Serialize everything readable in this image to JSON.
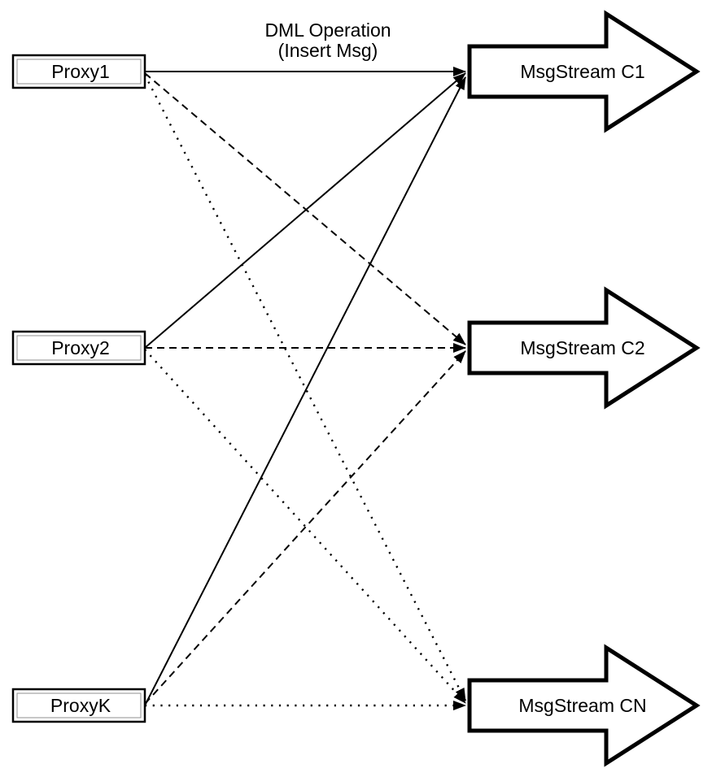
{
  "diagram": {
    "annotation": {
      "line1": "DML Operation",
      "line2": "(Insert Msg)"
    },
    "proxies": [
      {
        "id": "proxy1",
        "label": "Proxy1"
      },
      {
        "id": "proxy2",
        "label": "Proxy2"
      },
      {
        "id": "proxyk",
        "label": "ProxyK"
      }
    ],
    "streams": [
      {
        "id": "msgstream-c1",
        "label": "MsgStream C1",
        "incoming_edge_style": "solid"
      },
      {
        "id": "msgstream-c2",
        "label": "MsgStream C2",
        "incoming_edge_style": "dashed"
      },
      {
        "id": "msgstream-cn",
        "label": "MsgStream CN",
        "incoming_edge_style": "dotted"
      }
    ],
    "edges": [
      {
        "from": "Proxy1",
        "to": "MsgStream C1",
        "style": "solid"
      },
      {
        "from": "Proxy1",
        "to": "MsgStream C2",
        "style": "dashed"
      },
      {
        "from": "Proxy1",
        "to": "MsgStream CN",
        "style": "dotted"
      },
      {
        "from": "Proxy2",
        "to": "MsgStream C1",
        "style": "solid"
      },
      {
        "from": "Proxy2",
        "to": "MsgStream C2",
        "style": "dashed"
      },
      {
        "from": "Proxy2",
        "to": "MsgStream CN",
        "style": "dotted"
      },
      {
        "from": "ProxyK",
        "to": "MsgStream C1",
        "style": "solid"
      },
      {
        "from": "ProxyK",
        "to": "MsgStream C2",
        "style": "dashed"
      },
      {
        "from": "ProxyK",
        "to": "MsgStream CN",
        "style": "dotted"
      }
    ],
    "colors": {
      "stroke": "#000000",
      "fill": "#ffffff",
      "inner_border": "#8f8f8f",
      "background": "#ffffff"
    }
  }
}
